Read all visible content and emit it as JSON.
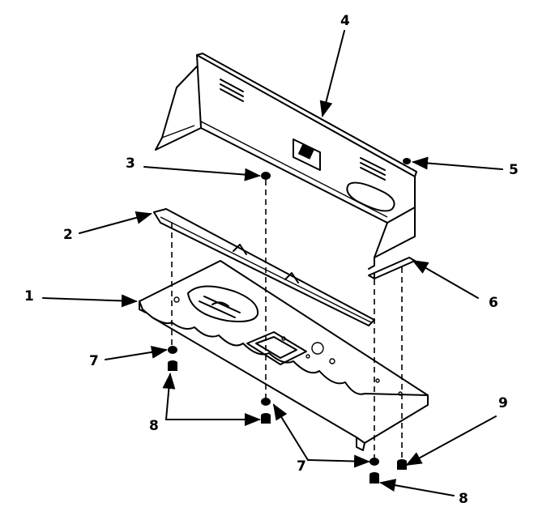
{
  "callouts": [
    {
      "id": "1",
      "label": "1"
    },
    {
      "id": "2",
      "label": "2"
    },
    {
      "id": "3",
      "label": "3"
    },
    {
      "id": "4",
      "label": "4"
    },
    {
      "id": "5",
      "label": "5"
    },
    {
      "id": "6",
      "label": "6"
    },
    {
      "id": "7a",
      "label": "7"
    },
    {
      "id": "7b",
      "label": "7"
    },
    {
      "id": "8a",
      "label": "8"
    },
    {
      "id": "8b",
      "label": "8"
    },
    {
      "id": "9",
      "label": "9"
    }
  ]
}
